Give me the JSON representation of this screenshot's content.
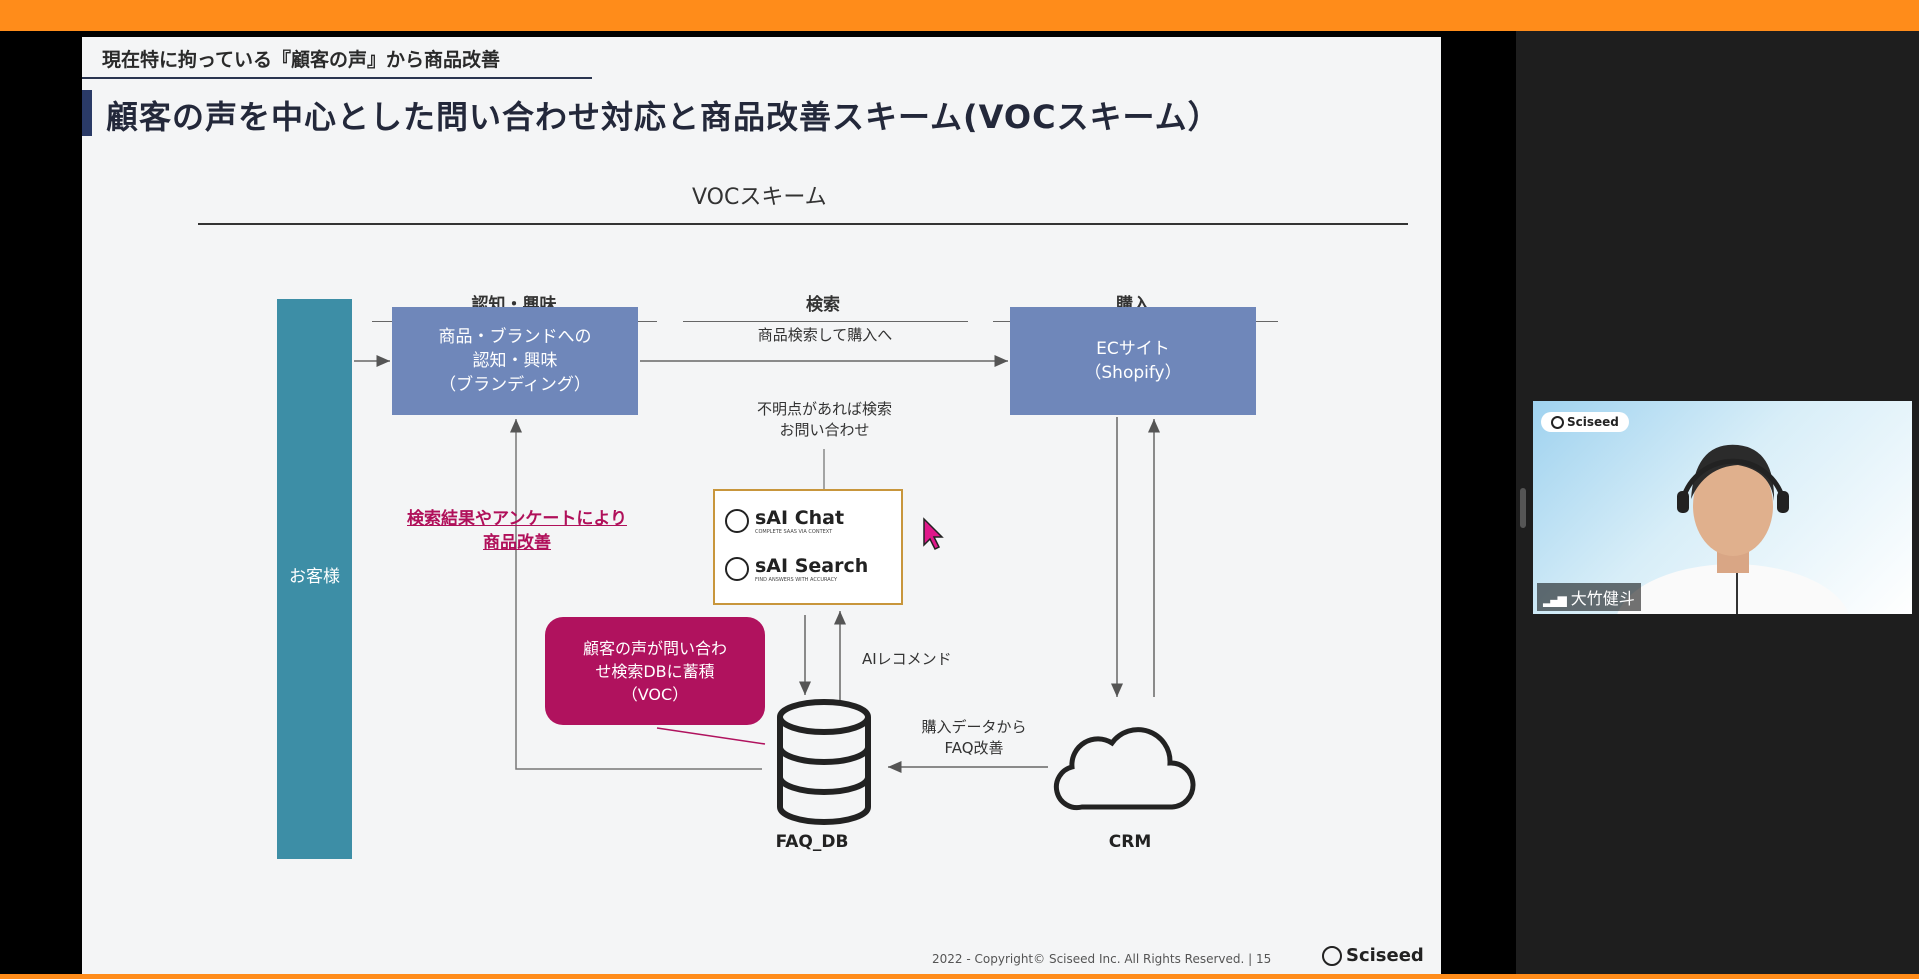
{
  "slide": {
    "subtitle": "現在特に拘っている『顧客の声』から商品改善",
    "title": "顧客の声を中心とした問い合わせ対応と商品改善スキーム(VOCスキーム）",
    "scheme_title": "VOCスキーム",
    "stages": [
      "認知・興味",
      "検索",
      "購入"
    ],
    "customer_label": "お客様",
    "box_brand": "商品・ブランドへの\n認知・興味\n（ブランディング）",
    "box_ec": "ECサイト\n（Shopify）",
    "arrow_search_to_buy": "商品検索して購入へ",
    "arrow_question": "不明点があれば検索\nお問い合わせ",
    "improve_label": "検索結果やアンケートにより\n商品改善",
    "sai_chat": "sAI Chat",
    "sai_chat_sub": "COMPLETE SAAS VIA CONTEXT",
    "sai_search": "sAI Search",
    "sai_search_sub": "FIND ANSWERS WITH ACCURACY",
    "ai_recommend": "AIレコメンド",
    "voc_bubble": "顧客の声が問い合わ\nせ検索DBに蓄積\n（VOC）",
    "purchase_data": "購入データから\nFAQ改善",
    "db_label": "FAQ_DB",
    "crm_label": "CRM",
    "footer": "2022 - Copyright© Sciseed Inc. All Rights Reserved.   |  15",
    "footer_logo": "Sciseed"
  },
  "video_tile": {
    "logo": "Sciseed",
    "participant_name": "大竹健斗"
  },
  "colors": {
    "accent_orange": "#ff8c1a",
    "box_blue": "#6f87ba",
    "customer_teal": "#3d8ea6",
    "voc_magenta": "#b0125e"
  }
}
